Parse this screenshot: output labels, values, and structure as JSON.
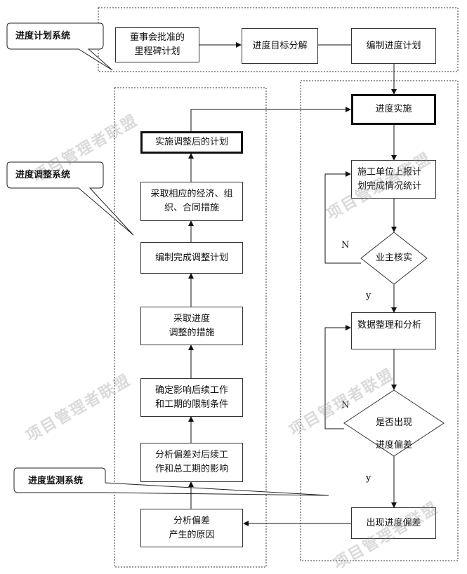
{
  "callouts": {
    "plan_system": "进度计划系统",
    "adjust_system": "进度调整系统",
    "monitor_system": "进度监测系统"
  },
  "nodes": {
    "board_milestone": "董事会批准的\n里程碑计划",
    "goal_breakdown": "进度目标分解",
    "make_plan": "编制进度计划",
    "implement": "进度实施",
    "contractor_report": "施工单位上报计\n划完成情况统计",
    "owner_verify": "业主核实",
    "data_analysis": "数据整理和分析",
    "deviation_check": "是否出现\n进度偏差",
    "deviation_occurs": "出现进度偏差",
    "analyze_cause": "分析偏差\n产生的原因",
    "analyze_impact": "分析偏差对后续工\n作和总工期的影响",
    "constraints": "确定影响后续工作\n和工期的限制条件",
    "adjust_measures": "采取进度\n调整的措施",
    "adjusted_plan": "编制完成调整计划",
    "take_measures": "采取相应的经济、组\n织、合同措施",
    "execute_adjusted": "实施调整后的计划"
  },
  "edge_labels": {
    "n1": "N",
    "y1": "y",
    "n2": "N",
    "y2": "y"
  },
  "watermark": "项目管理者联盟"
}
